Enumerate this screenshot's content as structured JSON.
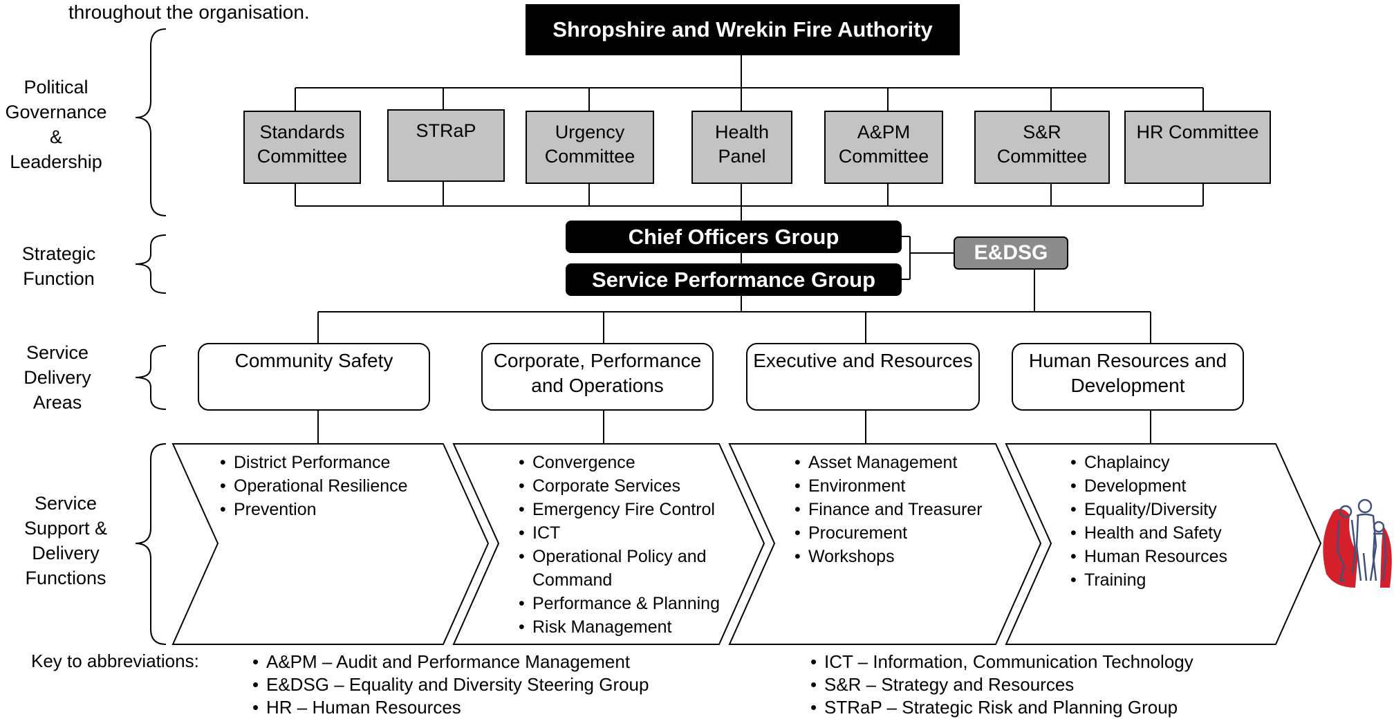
{
  "intro_text": "throughout the organisation.",
  "top_authority": "Shropshire and Wrekin Fire Authority",
  "levels": [
    {
      "lines": [
        "Political",
        "Governance",
        "&",
        "Leadership"
      ]
    },
    {
      "lines": [
        "Strategic",
        "Function"
      ]
    },
    {
      "lines": [
        "Service",
        "Delivery",
        "Areas"
      ]
    },
    {
      "lines": [
        "Service",
        "Support &",
        "Delivery",
        "Functions"
      ]
    }
  ],
  "committees": [
    {
      "lines": [
        "Standards",
        "Committee"
      ]
    },
    {
      "lines": [
        "STRaP"
      ]
    },
    {
      "lines": [
        "Urgency",
        "Committee"
      ]
    },
    {
      "lines": [
        "Health",
        "Panel"
      ]
    },
    {
      "lines": [
        "A&PM",
        "Committee"
      ]
    },
    {
      "lines": [
        "S&R",
        "Committee"
      ]
    },
    {
      "lines": [
        "HR Committee"
      ]
    }
  ],
  "strategic": {
    "chief_officers_group": "Chief Officers Group",
    "service_performance_group": "Service Performance Group",
    "edsg": "E&DSG"
  },
  "delivery_areas": [
    {
      "lines": [
        "Community Safety"
      ]
    },
    {
      "lines": [
        "Corporate, Performance",
        "and Operations"
      ]
    },
    {
      "lines": [
        "Executive and Resources"
      ]
    },
    {
      "lines": [
        "Human Resources and",
        "Development"
      ]
    }
  ],
  "functions": [
    {
      "items": [
        [
          "District Performance"
        ],
        [
          "Operational Resilience"
        ],
        [
          "Prevention"
        ]
      ]
    },
    {
      "items": [
        [
          "Convergence"
        ],
        [
          "Corporate Services"
        ],
        [
          "Emergency Fire Control"
        ],
        [
          "ICT"
        ],
        [
          "Operational Policy and",
          "Command"
        ],
        [
          "Performance & Planning"
        ],
        [
          "Risk Management"
        ]
      ]
    },
    {
      "items": [
        [
          "Asset Management"
        ],
        [
          "Environment"
        ],
        [
          "Finance and Treasurer"
        ],
        [
          "Procurement"
        ],
        [
          "Workshops"
        ]
      ]
    },
    {
      "items": [
        [
          "Chaplaincy"
        ],
        [
          "Development"
        ],
        [
          "Equality/Diversity"
        ],
        [
          "Health and Safety"
        ],
        [
          "Human Resources"
        ],
        [
          "Training"
        ]
      ]
    }
  ],
  "key": {
    "label": "Key to abbreviations:",
    "left": [
      "A&PM – Audit and Performance Management",
      "E&DSG – Equality and Diversity Steering Group",
      "HR – Human Resources"
    ],
    "right": [
      "ICT – Information, Communication Technology",
      "S&R – Strategy and Resources",
      "STRaP – Strategic Risk and Planning Group"
    ]
  },
  "bullet": "•"
}
